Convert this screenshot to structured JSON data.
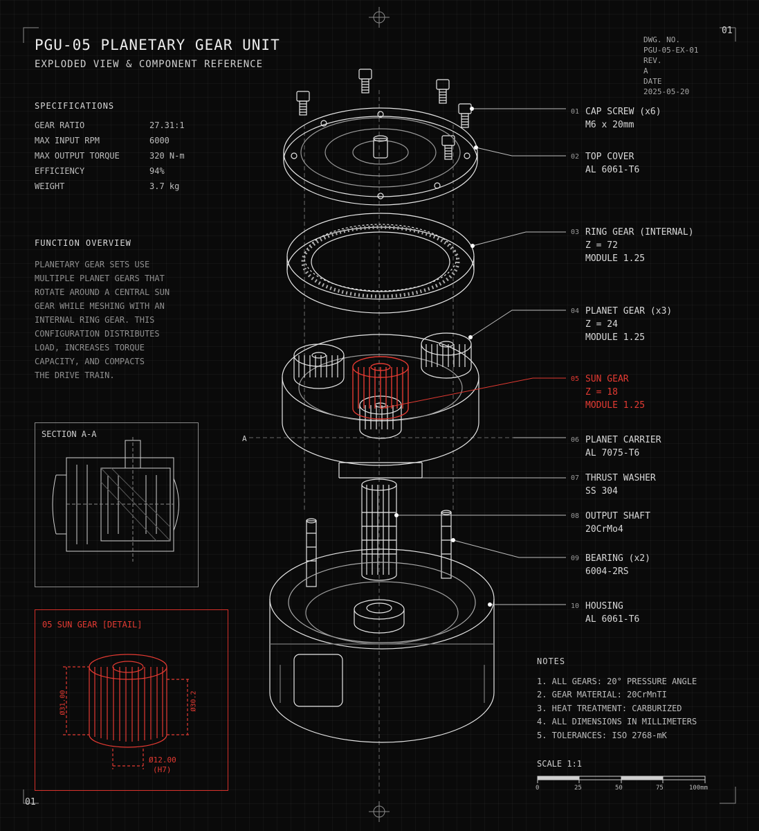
{
  "header": {
    "title": "PGU-05  PLANETARY GEAR UNIT",
    "subtitle": "EXPLODED VIEW & COMPONENT REFERENCE",
    "sheet_top": "01",
    "sheet_bottom": "01"
  },
  "drawing_info": {
    "dwg_label": "DWG. NO.",
    "dwg_value": "PGU-05-EX-01",
    "rev_label": "REV.",
    "rev_value": "A",
    "date_label": "DATE",
    "date_value": "2025-05-20"
  },
  "specifications": {
    "heading": "SPECIFICATIONS",
    "rows": [
      {
        "key": "GEAR RATIO",
        "value": "27.31:1"
      },
      {
        "key": "MAX INPUT RPM",
        "value": "6000"
      },
      {
        "key": "MAX OUTPUT TORQUE",
        "value": "320 N-m"
      },
      {
        "key": "EFFICIENCY",
        "value": "94%"
      },
      {
        "key": "WEIGHT",
        "value": "3.7 kg"
      }
    ]
  },
  "function_overview": {
    "heading": "FUNCTION OVERVIEW",
    "lines": [
      "PLANETARY GEAR SETS USE",
      "MULTIPLE PLANET GEARS THAT",
      "ROTATE AROUND A CENTRAL SUN",
      "GEAR WHILE MESHING WITH AN",
      "INTERNAL RING GEAR. THIS",
      "CONFIGURATION DISTRIBUTES",
      "LOAD, INCREASES TORQUE",
      "CAPACITY, AND COMPACTS",
      "THE DRIVE TRAIN."
    ]
  },
  "section_view": {
    "label": "SECTION A-A",
    "marker": "A"
  },
  "detail": {
    "title": "05 SUN GEAR  [DETAIL]",
    "dim_left": "Ø31.00",
    "dim_right": "Ø30.2",
    "dim_bore": "Ø12.00",
    "dim_bore_fit": "(H7)"
  },
  "callouts": [
    {
      "num": "01",
      "line1": "CAP SCREW (x6)",
      "line2": "M6 x 20mm"
    },
    {
      "num": "02",
      "line1": "TOP COVER",
      "line2": "AL 6061-T6"
    },
    {
      "num": "03",
      "line1": "RING GEAR (INTERNAL)",
      "line2": "Z = 72",
      "line3": "MODULE 1.25"
    },
    {
      "num": "04",
      "line1": "PLANET GEAR (x3)",
      "line2": "Z = 24",
      "line3": "MODULE 1.25"
    },
    {
      "num": "05",
      "line1": "SUN GEAR",
      "line2": "Z = 18",
      "line3": "MODULE 1.25"
    },
    {
      "num": "06",
      "line1": "PLANET CARRIER",
      "line2": "AL 7075-T6"
    },
    {
      "num": "07",
      "line1": "THRUST WASHER",
      "line2": "SS 304"
    },
    {
      "num": "08",
      "line1": "OUTPUT SHAFT",
      "line2": "20CrMo4"
    },
    {
      "num": "09",
      "line1": "BEARING (x2)",
      "line2": "6004-2RS"
    },
    {
      "num": "10",
      "line1": "HOUSING",
      "line2": "AL 6061-T6"
    }
  ],
  "notes": {
    "heading": "NOTES",
    "items": [
      "1. ALL GEARS: 20° PRESSURE ANGLE",
      "2. GEAR MATERIAL: 20CrMnTI",
      "3. HEAT TREATMENT: CARBURIZED",
      "4. ALL DIMENSIONS IN MILLIMETERS",
      "5. TOLERANCES: ISO 2768-mK"
    ]
  },
  "scale": {
    "label": "SCALE  1:1",
    "ticks": [
      "0",
      "25",
      "50",
      "75",
      "100mm"
    ]
  },
  "colors": {
    "accent": "#e43a32",
    "line": "#e0e0e0",
    "background": "#0a0a0a"
  }
}
